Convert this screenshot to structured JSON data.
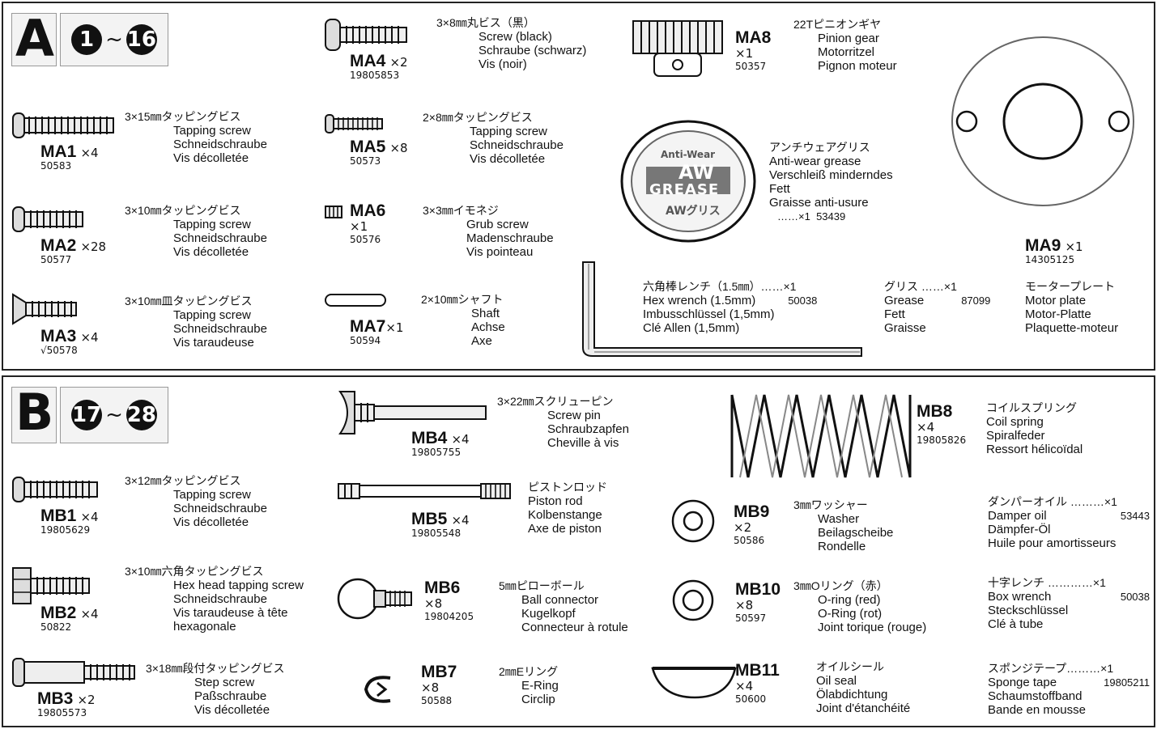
{
  "A": {
    "letter": "A",
    "step_from": "1",
    "step_to": "16",
    "tilde": "~",
    "parts": {
      "MA1": {
        "code": "MA1",
        "qty": "×4",
        "pn": "50583",
        "lines": [
          "3×15㎜タッピングビス",
          "Tapping screw",
          "Schneidschraube",
          "Vis décolletée"
        ]
      },
      "MA2": {
        "code": "MA2",
        "qty": "×28",
        "pn": "50577",
        "lines": [
          "3×10㎜タッピングビス",
          "Tapping screw",
          "Schneidschraube",
          "Vis décolletée"
        ]
      },
      "MA3": {
        "code": "MA3",
        "qty": "×4",
        "pn": "√50578",
        "lines": [
          "3×10㎜皿タッピングビス",
          "Tapping screw",
          "Schneidschraube",
          "Vis taraudeuse"
        ]
      },
      "MA4": {
        "code": "MA4",
        "qty": "×2",
        "pn": "19805853",
        "lines": [
          "3×8㎜丸ビス（黒）",
          "Screw (black)",
          "Schraube (schwarz)",
          "Vis (noir)"
        ]
      },
      "MA5": {
        "code": "MA5",
        "qty": "×8",
        "pn": "50573",
        "lines": [
          "2×8㎜タッピングビス",
          "Tapping screw",
          "Schneidschraube",
          "Vis décolletée"
        ]
      },
      "MA6": {
        "code": "MA6",
        "qty": "×1",
        "pn": "50576",
        "lines": [
          "3×3㎜イモネジ",
          "Grub screw",
          "Madenschraube",
          "Vis pointeau"
        ]
      },
      "MA7": {
        "code": "MA7",
        "qty": "×1",
        "pn": "50594",
        "lines": [
          "2×10㎜シャフト",
          "Shaft",
          "Achse",
          "Axe"
        ]
      },
      "MA8": {
        "code": "MA8",
        "qty": "×1",
        "pn": "50357",
        "lines": [
          "22Tピニオンギヤ",
          "Pinion gear",
          "Motorritzel",
          "Pignon moteur"
        ]
      },
      "MA9": {
        "code": "MA9",
        "qty": "×1",
        "pn": "14305125",
        "lines": [
          "モータープレート",
          "Motor plate",
          "Motor-Platte",
          "Plaquette-moteur"
        ]
      },
      "grease": {
        "lines": [
          "アンチウェアグリス",
          "Anti-wear grease",
          "Verschleiß minderndes",
          "Fett",
          "Graisse anti-usure"
        ],
        "qty": "……×1",
        "pn": "53439",
        "lid_top": "Anti-Wear",
        "lid_main1": "AW",
        "lid_main2": "GREASE",
        "lid_jp": "AWグリス"
      },
      "wrench": {
        "lines": [
          "六角棒レンチ（1.5㎜）……×1",
          "Hex wrench (1.5mm)",
          "Imbusschlüssel (1,5mm)",
          "Clé Allen (1,5mm)"
        ],
        "pn": "50038"
      },
      "grease2": {
        "lines": [
          "グリス ……×1",
          "Grease",
          "Fett",
          "Graisse"
        ],
        "pn": "87099"
      }
    }
  },
  "B": {
    "letter": "B",
    "step_from": "17",
    "step_to": "28",
    "tilde": "~",
    "parts": {
      "MB1": {
        "code": "MB1",
        "qty": "×4",
        "pn": "19805629",
        "lines": [
          "3×12㎜タッピングビス",
          "Tapping screw",
          "Schneidschraube",
          "Vis décolletée"
        ]
      },
      "MB2": {
        "code": "MB2",
        "qty": "×4",
        "pn": "50822",
        "lines": [
          "3×10㎜六角タッピングビス",
          "Hex head tapping screw",
          "Schneidschraube",
          "Vis taraudeuse à tête",
          "hexagonale"
        ]
      },
      "MB3": {
        "code": "MB3",
        "qty": "×2",
        "pn": "19805573",
        "lines": [
          "3×18㎜段付タッピングビス",
          "Step screw",
          "Paßschraube",
          "Vis décolletée"
        ]
      },
      "MB4": {
        "code": "MB4",
        "qty": "×4",
        "pn": "19805755",
        "lines": [
          "3×22㎜スクリューピン",
          "Screw pin",
          "Schraubzapfen",
          "Cheville à vis"
        ]
      },
      "MB5": {
        "code": "MB5",
        "qty": "×4",
        "pn": "19805548",
        "lines": [
          "ピストンロッド",
          "Piston rod",
          "Kolbenstange",
          "Axe de piston"
        ]
      },
      "MB6": {
        "code": "MB6",
        "qty": "×8",
        "pn": "19804205",
        "lines": [
          "5㎜ピローボール",
          "Ball connector",
          "Kugelkopf",
          "Connecteur à rotule"
        ]
      },
      "MB7": {
        "code": "MB7",
        "qty": "×8",
        "pn": "50588",
        "lines": [
          "2㎜Eリング",
          "E-Ring",
          "Circlip"
        ]
      },
      "MB8": {
        "code": "MB8",
        "qty": "×4",
        "pn": "19805826",
        "lines": [
          "コイルスプリング",
          "Coil spring",
          "Spiralfeder",
          "Ressort hélicoïdal"
        ]
      },
      "MB9": {
        "code": "MB9",
        "qty": "×2",
        "pn": "50586",
        "lines": [
          "3㎜ワッシャー",
          "Washer",
          "Beilagscheibe",
          "Rondelle"
        ]
      },
      "MB10": {
        "code": "MB10",
        "qty": "×8",
        "pn": "50597",
        "lines": [
          "3㎜Oリング（赤）",
          "O-ring (red)",
          "O-Ring (rot)",
          "Joint torique (rouge)"
        ]
      },
      "MB11": {
        "code": "MB11",
        "qty": "×4",
        "pn": "50600",
        "lines": [
          "オイルシール",
          "Oil seal",
          "Ölabdichtung",
          "Joint d'étanchéité"
        ]
      },
      "oil": {
        "lines": [
          "ダンパーオイル ………×1",
          "Damper oil",
          "Dämpfer-Öl",
          "Huile pour amortisseurs"
        ],
        "pn": "53443"
      },
      "box": {
        "lines": [
          "十字レンチ …………×1",
          "Box wrench",
          "Steckschlüssel",
          "Clé à tube"
        ],
        "pn": "50038"
      },
      "sponge": {
        "lines": [
          "スポンジテープ………×1",
          "Sponge tape",
          "Schaumstoffband",
          "Bande en mousse"
        ],
        "pn": "19805211"
      }
    }
  }
}
